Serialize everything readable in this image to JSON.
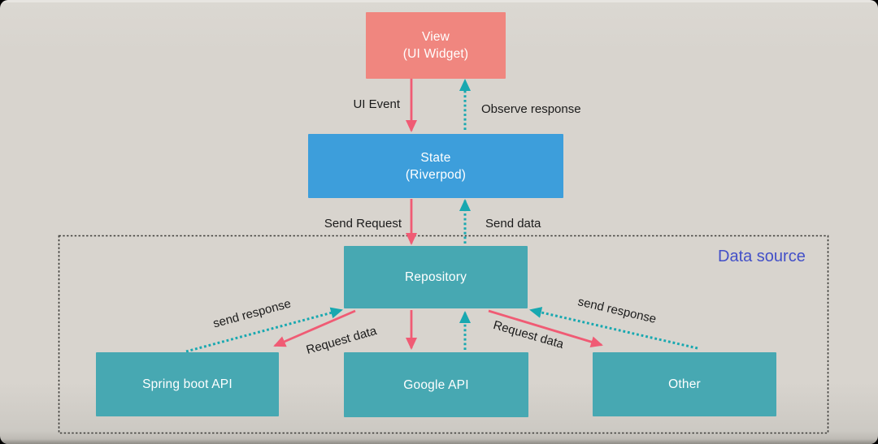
{
  "colors": {
    "canvas_bg": "#d8d4ce",
    "node_view": "#f0867f",
    "node_state": "#3d9edb",
    "node_teal": "#47a8b2",
    "node_text": "#ffffff",
    "arrow_red": "#f05b74",
    "arrow_teal": "#18a8b0",
    "datasource_label": "#4350c8",
    "edge_label": "#1b1b1b",
    "container_stroke": "#3b3a37"
  },
  "nodes": {
    "view": {
      "line1": "View",
      "line2": "(UI Widget)"
    },
    "state": {
      "line1": "State",
      "line2": "(Riverpod)"
    },
    "repository": {
      "label": "Repository"
    },
    "spring_boot_api": {
      "label": "Spring boot API"
    },
    "google_api": {
      "label": "Google API"
    },
    "other": {
      "label": "Other"
    }
  },
  "container": {
    "label": "Data source"
  },
  "edges": {
    "ui_event": "UI Event",
    "observe_response": "Observe response",
    "send_request": "Send Request",
    "send_data": "Send data",
    "send_response_left": "send response",
    "request_data_left": "Request data",
    "request_data_right": "Request data",
    "send_response_right": "send response"
  }
}
